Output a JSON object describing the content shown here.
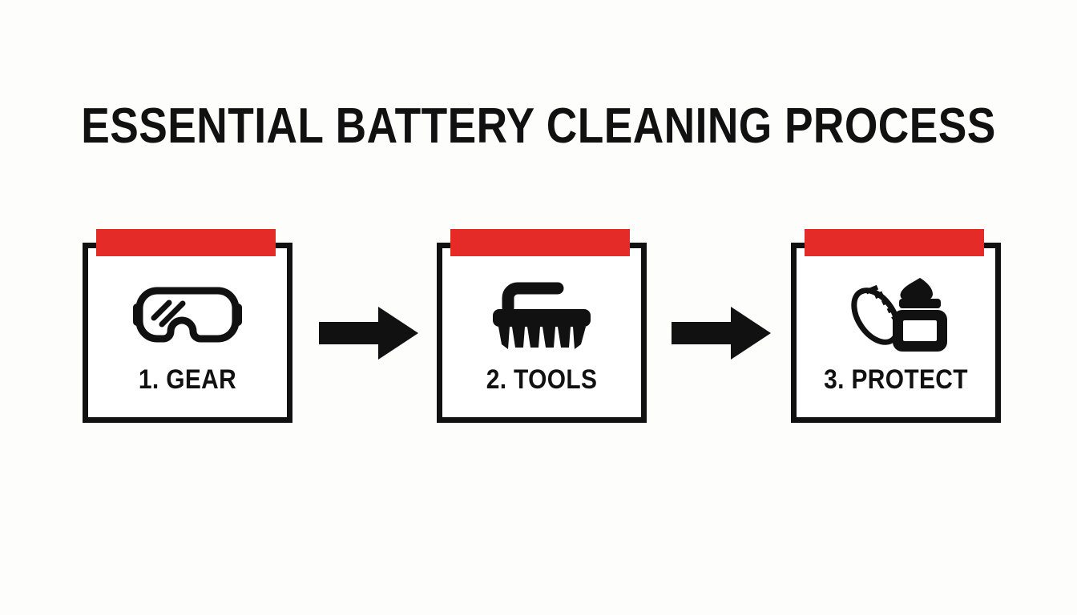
{
  "page": {
    "title": "ESSENTIAL BATTERY CLEANING PROCESS",
    "background_color": "#fdfdfc",
    "accent_color": "#e52b28",
    "ink_color": "#111111"
  },
  "steps": [
    {
      "label": "1. GEAR",
      "icon": "safety-goggles-icon",
      "banner_color": "#e52b28"
    },
    {
      "label": "2. TOOLS",
      "icon": "scrub-brush-icon",
      "banner_color": "#e52b28"
    },
    {
      "label": "3. PROTECT",
      "icon": "grease-jar-icon",
      "banner_color": "#e52b28"
    }
  ],
  "connectors": [
    {
      "icon": "arrow-right-icon"
    },
    {
      "icon": "arrow-right-icon"
    }
  ]
}
